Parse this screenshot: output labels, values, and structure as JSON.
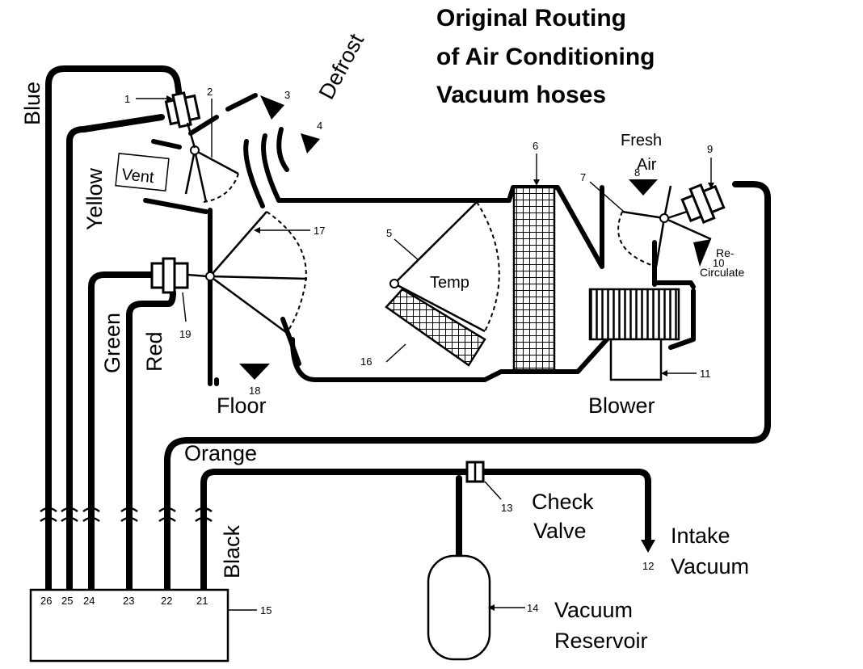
{
  "title_lines": [
    "Original Routing",
    "of Air Conditioning",
    "Vacuum hoses"
  ],
  "labels": {
    "defrost": "Defrost",
    "vent": "Vent",
    "floor": "Floor",
    "temp": "Temp",
    "fresh_air_1": "Fresh",
    "fresh_air_2": "Air",
    "recirculate_1": "Re-",
    "recirculate_2": "Circulate",
    "blower": "Blower",
    "check_valve_1": "Check",
    "check_valve_2": "Valve",
    "intake_vacuum_1": "Intake",
    "intake_vacuum_2": "Vacuum",
    "vacuum_reservoir_1": "Vacuum",
    "vacuum_reservoir_2": "Reservoir"
  },
  "hose_colors": {
    "blue": "Blue",
    "yellow": "Yellow",
    "green": "Green",
    "red": "Red",
    "orange": "Orange",
    "black": "Black"
  },
  "callouts": [
    "1",
    "2",
    "3",
    "4",
    "5",
    "6",
    "7",
    "8",
    "9",
    "10",
    "11",
    "12",
    "13",
    "14",
    "15",
    "16",
    "17",
    "18",
    "19"
  ],
  "ports": [
    "26",
    "25",
    "24",
    "23",
    "22",
    "21"
  ]
}
